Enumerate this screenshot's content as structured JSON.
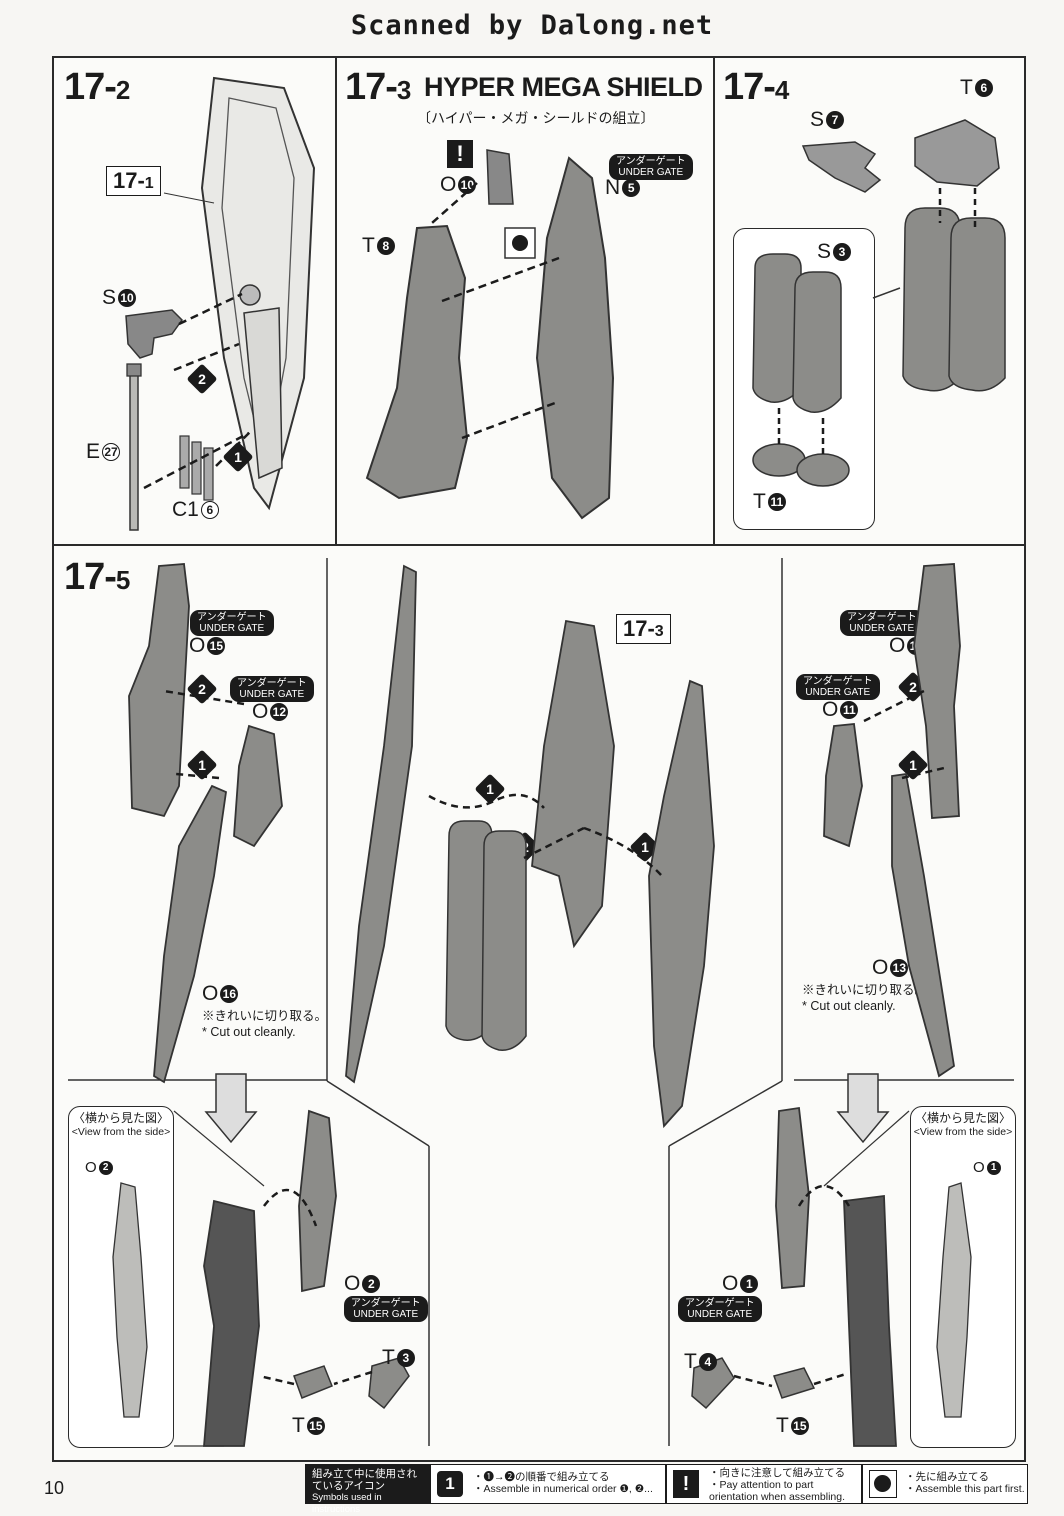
{
  "header": {
    "scan_credit": "Scanned by Dalong.net"
  },
  "steps": {
    "s17_2": {
      "number": "17-",
      "sub": "2",
      "ref_box": {
        "main": "17-",
        "sub": "1"
      },
      "parts": {
        "s10": "S",
        "s10_no": "10",
        "e27": "E",
        "e27_no": "27",
        "c16": "C1",
        "c16_no": "6"
      },
      "order": [
        "1",
        "2"
      ]
    },
    "s17_3": {
      "number": "17-",
      "sub": "3",
      "title": "HYPER MEGA SHIELD",
      "title_jp": "〔ハイパー・メガ・シールドの組立〕",
      "parts": {
        "o10": "O",
        "o10_no": "10",
        "n5": "N",
        "n5_no": "5",
        "t8": "T",
        "t8_no": "8"
      },
      "under_gate_jp": "アンダーゲート",
      "under_gate_en": "UNDER GATE"
    },
    "s17_4": {
      "number": "17-",
      "sub": "4",
      "parts": {
        "t6": "T",
        "t6_no": "6",
        "s7": "S",
        "s7_no": "7",
        "s3": "S",
        "s3_no": "3",
        "t11": "T",
        "t11_no": "11"
      }
    },
    "s17_5": {
      "number": "17-",
      "sub": "5",
      "ref_box": {
        "main": "17-",
        "sub": "3"
      },
      "left": {
        "o15": "O",
        "o15_no": "15",
        "o12": "O",
        "o12_no": "12",
        "o16": "O",
        "o16_no": "16",
        "o2": "O",
        "o2_no": "2",
        "o2b": "O",
        "o2b_no": "2",
        "t3": "T",
        "t3_no": "3",
        "t15": "T",
        "t15_no": "15"
      },
      "right": {
        "o14": "O",
        "o14_no": "14",
        "o11": "O",
        "o11_no": "11",
        "o13": "O",
        "o13_no": "13",
        "o1": "O",
        "o1_no": "1",
        "o1b": "O",
        "o1b_no": "1",
        "t4": "T",
        "t4_no": "4",
        "t15": "T",
        "t15_no": "15"
      },
      "cut_note_jp": "※きれいに切り取る。",
      "cut_note_en": "* Cut out cleanly.",
      "side_view_jp": "〈横から見た図〉",
      "side_view_en": "<View from the side>",
      "under_gate_jp": "アンダーゲート",
      "under_gate_en": "UNDER GATE",
      "order": [
        "1",
        "2"
      ]
    }
  },
  "footer": {
    "page_number": "10",
    "legend_head_jp": "組み立て中に使用されているアイコン",
    "legend_head_en": "Symbols used in instructions",
    "legend_1_jp": "・❶→❷の順番で組み立てる",
    "legend_1_en": "・Assemble in numerical order ❶, ❷...",
    "legend_2_jp": "・向きに注意して組み立てる",
    "legend_2_en": "・Pay attention to part orientation when assembling.",
    "legend_3_jp": "・先に組み立てる",
    "legend_3_en": "・Assemble this part first.",
    "icon_order": "1",
    "icon_warning": "!"
  }
}
